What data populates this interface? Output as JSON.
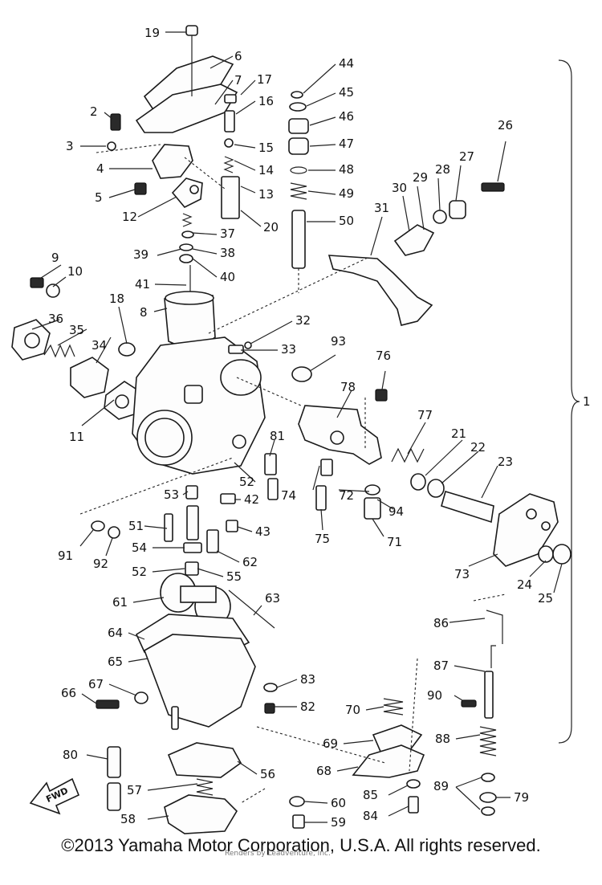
{
  "callouts": {
    "c1": "1",
    "c2": "2",
    "c3": "3",
    "c4": "4",
    "c5": "5",
    "c6": "6",
    "c7": "7",
    "c8": "8",
    "c9": "9",
    "c10": "10",
    "c11": "11",
    "c12": "12",
    "c13": "13",
    "c14": "14",
    "c15": "15",
    "c16": "16",
    "c17": "17",
    "c18": "18",
    "c19": "19",
    "c20": "20",
    "c21": "21",
    "c22": "22",
    "c23": "23",
    "c24": "24",
    "c25": "25",
    "c26": "26",
    "c27": "27",
    "c28": "28",
    "c29": "29",
    "c30": "30",
    "c31": "31",
    "c32": "32",
    "c33": "33",
    "c34": "34",
    "c35": "35",
    "c36": "36",
    "c37": "37",
    "c38": "38",
    "c39": "39",
    "c40": "40",
    "c41": "41",
    "c42": "42",
    "c43": "43",
    "c44": "44",
    "c45": "45",
    "c46": "46",
    "c47": "47",
    "c48": "48",
    "c49": "49",
    "c50": "50",
    "c51": "51",
    "c52a": "52",
    "c52b": "52",
    "c53": "53",
    "c54": "54",
    "c55": "55",
    "c56": "56",
    "c57": "57",
    "c58": "58",
    "c59": "59",
    "c60": "60",
    "c61": "61",
    "c62": "62",
    "c63": "63",
    "c64": "64",
    "c65": "65",
    "c66": "66",
    "c67": "67",
    "c68": "68",
    "c69": "69",
    "c70": "70",
    "c71": "71",
    "c72": "72",
    "c73": "73",
    "c74": "74",
    "c75": "75",
    "c76": "76",
    "c77": "77",
    "c78": "78",
    "c79": "79",
    "c80": "80",
    "c81": "81",
    "c82": "82",
    "c83": "83",
    "c84": "84",
    "c85": "85",
    "c86": "86",
    "c87": "87",
    "c88": "88",
    "c89": "89",
    "c90": "90",
    "c91": "91",
    "c92": "92",
    "c93": "93",
    "c94": "94"
  },
  "fwd_label": "FWD",
  "copyright": "©2013 Yamaha Motor Corporation, U.S.A. All rights reserved.",
  "watermark": "Renders by Leadventure, Inc."
}
